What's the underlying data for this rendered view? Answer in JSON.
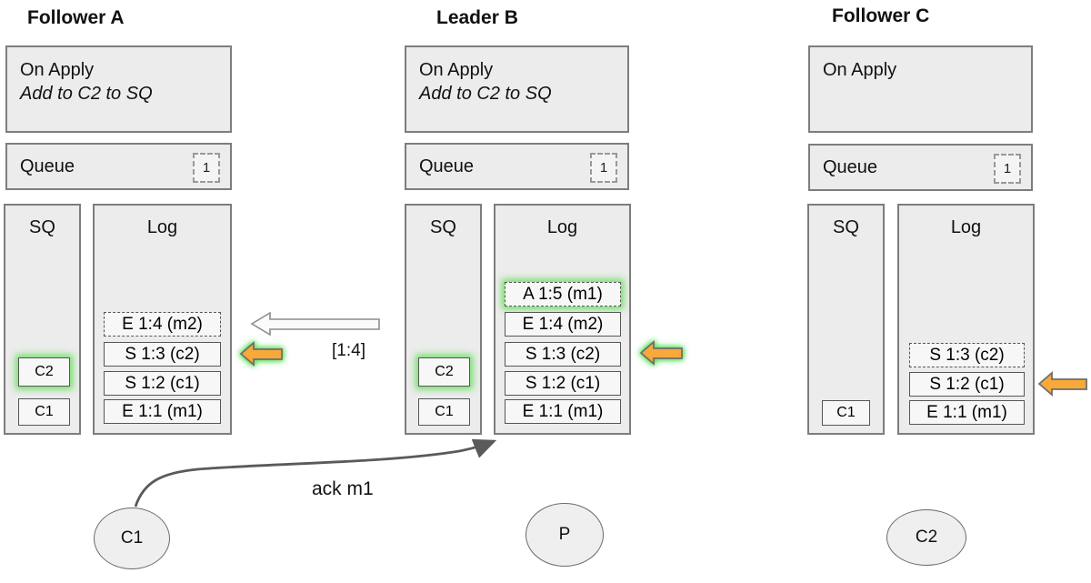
{
  "diagram": {
    "nodes": [
      {
        "title": "Follower A",
        "on_apply": {
          "title": "On Apply",
          "note": "Add to C2 to SQ"
        },
        "queue": {
          "label": "Queue",
          "count": "1"
        },
        "sq": {
          "label": "SQ",
          "items": [
            {
              "text": "C2",
              "highlight": true
            },
            {
              "text": "C1",
              "highlight": false
            }
          ]
        },
        "log": {
          "label": "Log",
          "entries": [
            {
              "text": "E 1:4 (m2)",
              "style": "dashed",
              "highlight": false
            },
            {
              "text": "S 1:3 (c2)",
              "style": "solid",
              "highlight": false
            },
            {
              "text": "S 1:2 (c1)",
              "style": "solid",
              "highlight": false
            },
            {
              "text": "E 1:1 (m1)",
              "style": "solid",
              "highlight": false
            }
          ]
        },
        "actor": "C1"
      },
      {
        "title": "Leader B",
        "on_apply": {
          "title": "On Apply",
          "note": "Add to C2 to SQ"
        },
        "queue": {
          "label": "Queue",
          "count": "1"
        },
        "sq": {
          "label": "SQ",
          "items": [
            {
              "text": "C2",
              "highlight": true
            },
            {
              "text": "C1",
              "highlight": false
            }
          ]
        },
        "log": {
          "label": "Log",
          "entries": [
            {
              "text": "A 1:5 (m1)",
              "style": "dashed",
              "highlight": true
            },
            {
              "text": "E 1:4 (m2)",
              "style": "solid",
              "highlight": false
            },
            {
              "text": "S 1:3 (c2)",
              "style": "solid",
              "highlight": false
            },
            {
              "text": "S 1:2 (c1)",
              "style": "solid",
              "highlight": false
            },
            {
              "text": "E 1:1 (m1)",
              "style": "solid",
              "highlight": false
            }
          ]
        },
        "actor": "P"
      },
      {
        "title": "Follower C",
        "on_apply": {
          "title": "On Apply",
          "note": ""
        },
        "queue": {
          "label": "Queue",
          "count": "1"
        },
        "sq": {
          "label": "SQ",
          "items": [
            {
              "text": "C1",
              "highlight": false
            }
          ]
        },
        "log": {
          "label": "Log",
          "entries": [
            {
              "text": "S 1:3 (c2)",
              "style": "dashed",
              "highlight": false
            },
            {
              "text": "S 1:2 (c1)",
              "style": "solid",
              "highlight": false
            },
            {
              "text": "E 1:1 (m1)",
              "style": "solid",
              "highlight": false
            }
          ]
        },
        "actor": "C2"
      }
    ],
    "arrows": {
      "replicate": {
        "name": "replicate-left-arrow",
        "label": "[1:4]"
      },
      "apply_pointer_a": {
        "name": "apply-pointer-arrow",
        "glow": true
      },
      "apply_pointer_b": {
        "name": "apply-pointer-arrow",
        "glow": true
      },
      "apply_pointer_c": {
        "name": "apply-pointer-arrow",
        "glow": false
      },
      "ack": {
        "name": "ack-curved-arrow",
        "label": "ack m1"
      }
    },
    "colors": {
      "highlight_glow": "#5cdd50",
      "arrow_orange": "#f9a83a",
      "box_fill": "#ececec",
      "entry_fill": "#f7f7f7"
    }
  }
}
